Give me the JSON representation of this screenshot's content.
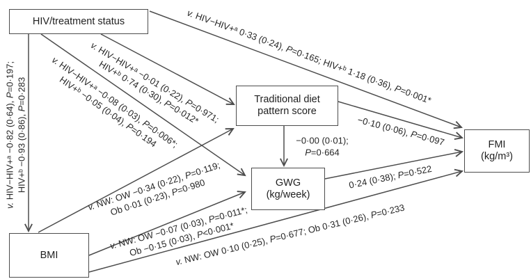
{
  "figure": {
    "type": "path-diagram",
    "colors": {
      "line": "#4d4d4d",
      "text": "#262626",
      "background": "#ffffff"
    },
    "nodes": {
      "hiv": {
        "label": "HIV/treatment status"
      },
      "diet": {
        "label": "Traditional diet\npattern score"
      },
      "gwg": {
        "label": "GWG\n(kg/week)"
      },
      "bmi": {
        "label": "BMI"
      },
      "fmi": {
        "label": "FMI\n(kg/m³)"
      }
    },
    "paths": {
      "hiv_fmi": {
        "from": "hiv",
        "to": "fmi",
        "label": "v. HIV−HIV+ᵃ 0·33 (0·24), P=0·165; HIV+ᵇ 1·18 (0·36), P=0·001*"
      },
      "hiv_diet": {
        "from": "hiv",
        "to": "diet",
        "label": "v. HIV−HIV+ᵃ −0·01 (0·22), P=0·971;\nHIV+ᵇ 0·74 (0·30), P=0·012*"
      },
      "hiv_gwg": {
        "from": "hiv",
        "to": "gwg",
        "label": "v. HIV−HIV+ᵃ −0·08 (0·03), P=0·006*;\nHIV+ᵇ −0·05 (0·04), P=0·194"
      },
      "hiv_bmi": {
        "from": "hiv",
        "to": "bmi",
        "label": "v. HIV−HIV+ᵃ −0·82 (0·64), P=0·197;\nHIV+ᵇ −0·93 (0·86), P=0·283"
      },
      "diet_gwg": {
        "from": "diet",
        "to": "gwg",
        "label": "−0·00 (0·01);\nP=0·664"
      },
      "diet_fmi": {
        "from": "diet",
        "to": "fmi",
        "label": "−0·10 (0·06), P=0·097"
      },
      "gwg_fmi": {
        "from": "gwg",
        "to": "fmi",
        "label": "0·24 (0·38); P=0·522"
      },
      "bmi_diet": {
        "from": "bmi",
        "to": "diet",
        "label": "v. NW: OW −0·34 (0·22), P=0·119;\nOb 0·01 (0·23), P=0·980"
      },
      "bmi_gwg": {
        "from": "bmi",
        "to": "gwg",
        "label": "v. NW: OW −0·07 (0·03), P=0·011*;\nOb −0·15 (0·03), P<0·001*"
      },
      "bmi_fmi": {
        "from": "bmi",
        "to": "fmi",
        "label": "v. NW: OW 0·10 (0·25), P=0·677; Ob 0·31 (0·26), P=0·233"
      }
    }
  }
}
